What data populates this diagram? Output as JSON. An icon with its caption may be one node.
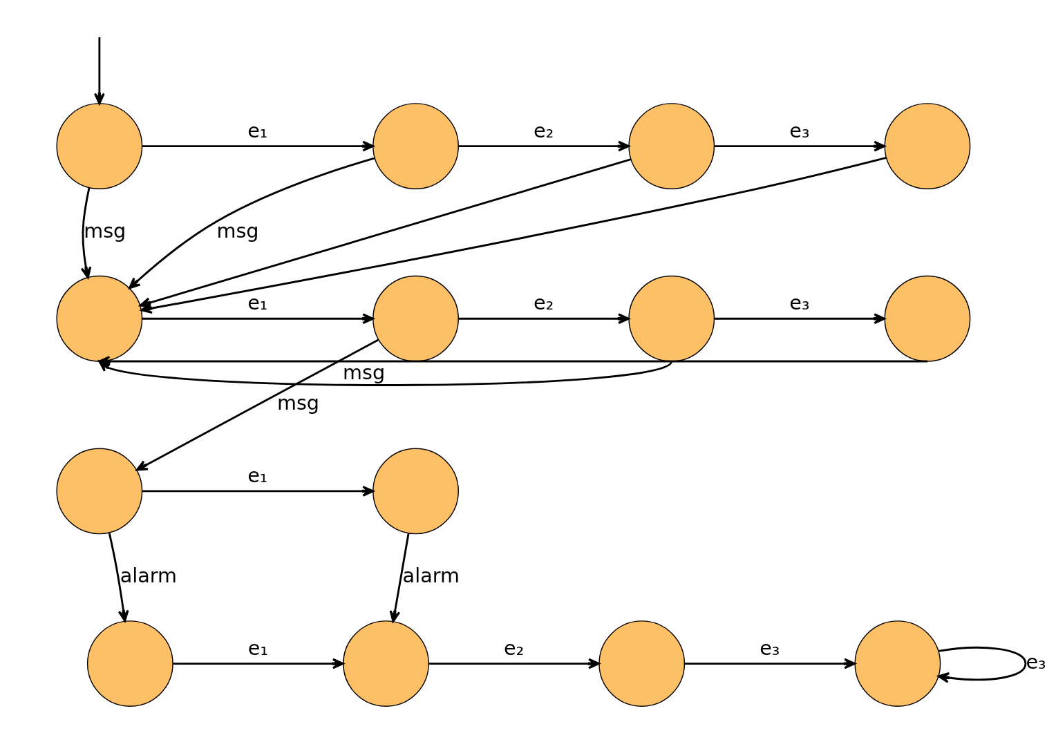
{
  "diagram": {
    "nodes": [
      {
        "text": [],
        "shape": "circle"
      },
      {
        "text": [],
        "shape": "circle"
      },
      {
        "text": [],
        "shape": "circle"
      },
      {
        "text": [],
        "shape": "circle"
      },
      {
        "text": [],
        "shape": "circle"
      },
      {
        "text": [],
        "shape": "circle"
      },
      {
        "text": [],
        "shape": "circle"
      },
      {
        "text": [],
        "shape": "circle"
      },
      {
        "text": [],
        "shape": "circle"
      },
      {
        "text": [],
        "shape": "circle"
      },
      {
        "text": [],
        "shape": "circle"
      },
      {
        "text": [],
        "shape": "circle"
      },
      {
        "text": [],
        "shape": "circle"
      },
      {
        "text": [],
        "shape": "circle"
      }
    ],
    "edges": [
      {
        "from": null,
        "to": 0,
        "arrow": "to"
      },
      {
        "from": 0,
        "to": 1,
        "arrow": "to",
        "label": "e₁"
      },
      {
        "from": 1,
        "to": 2,
        "arrow": "to",
        "label": "e₂"
      },
      {
        "from": 2,
        "to": 3,
        "arrow": "to",
        "label": "e₃"
      },
      {
        "from": 0,
        "to": 4,
        "arrow": "to",
        "label": "msg"
      },
      {
        "from": 1,
        "to": 4,
        "arrow": "to",
        "label": "msg"
      },
      {
        "from": 2,
        "to": 4,
        "arrow": "to"
      },
      {
        "from": 3,
        "to": 4,
        "arrow": "to"
      },
      {
        "from": 4,
        "to": 5,
        "arrow": "to",
        "label": "e₁"
      },
      {
        "from": 5,
        "to": 6,
        "arrow": "to",
        "label": "e₂"
      },
      {
        "from": 6,
        "to": 7,
        "arrow": "to",
        "label": "e₃"
      },
      {
        "from": 6,
        "to": 4,
        "arrow": "to",
        "label": "msg"
      },
      {
        "from": 7,
        "to": 4,
        "arrow": "to"
      },
      {
        "from": 5,
        "to": 8,
        "arrow": "to",
        "label": "msg"
      },
      {
        "from": 8,
        "to": 9,
        "arrow": "to",
        "label": "e₁"
      },
      {
        "from": 8,
        "to": 10,
        "arrow": "to",
        "label": "alarm"
      },
      {
        "from": 9,
        "to": 11,
        "arrow": "to",
        "label": "alarm"
      },
      {
        "from": 10,
        "to": 11,
        "arrow": "to",
        "label": "e₁"
      },
      {
        "from": 11,
        "to": 12,
        "arrow": "to",
        "label": "e₂"
      },
      {
        "from": 12,
        "to": 13,
        "arrow": "to",
        "label": "e₃"
      },
      {
        "from": 13,
        "to": 13,
        "arrow": "to",
        "label": "e₃"
      }
    ]
  }
}
